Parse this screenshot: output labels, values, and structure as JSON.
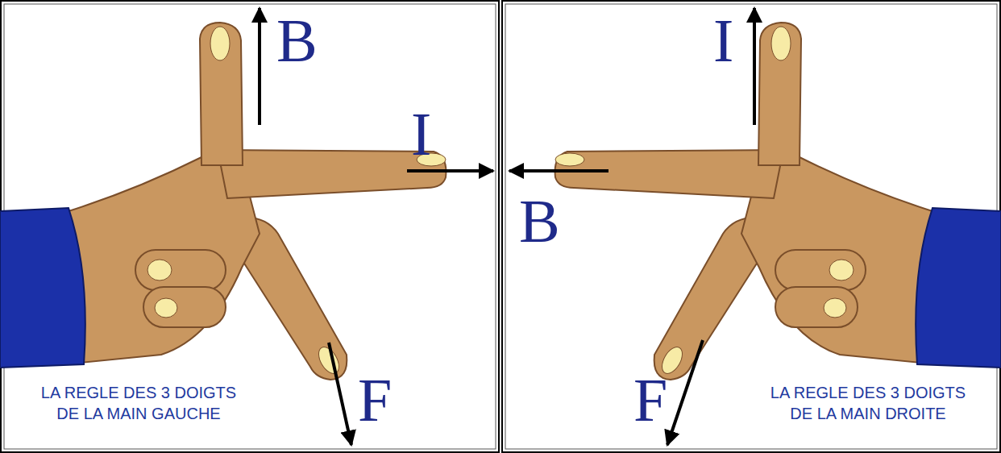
{
  "diagram": {
    "labels": [
      "B",
      "I",
      "F",
      "LA REGLE DES 3 DOIGTS DE LA MAIN GAUCHE",
      "I",
      "B",
      "F",
      "LA REGLE DES 3 DOIGTS DE LA MAIN DROITE"
    ]
  }
}
